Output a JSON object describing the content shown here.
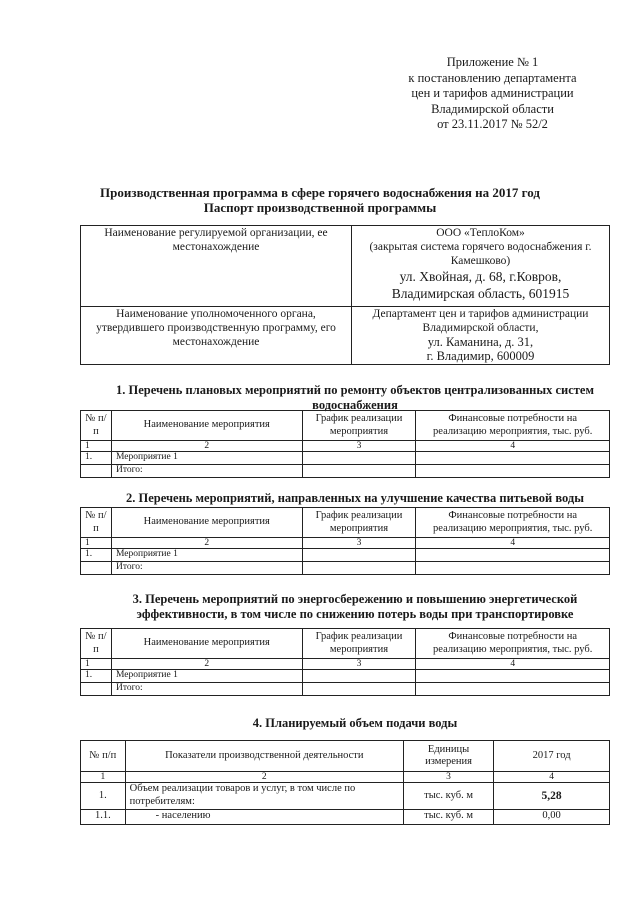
{
  "appendix": {
    "line1": "Приложение № 1",
    "line2": "к постановлению департамента",
    "line3": "цен и тарифов администрации",
    "line4": "Владимирской области",
    "line5": "от 23.11.2017 № 52/2"
  },
  "title_line1": "Производственная программа в сфере горячего водоснабжения на 2017 год",
  "title_line2": "Паспорт производственной программы",
  "passport": {
    "row1_label": "Наименование регулируемой организации, ее местонахождение",
    "row1_org": "ООО «ТеплоКом»",
    "row1_system": "(закрытая система горячего водоснабжения г. Камешково)",
    "row1_address1": "ул. Хвойная, д. 68, г.Ковров,",
    "row1_address2": "Владимирская область, 601915",
    "row2_label": "Наименование уполномоченного органа, утвердившего производственную программу, его местонахождение",
    "row2_org": "Департамент цен и тарифов администрации Владимирской области,",
    "row2_address1": "ул. Каманина, д. 31,",
    "row2_address2": "г. Владимир, 600009"
  },
  "col_headers": {
    "num": "№ п/п",
    "name": "Наименование мероприятия",
    "schedule": "График реализации мероприятия",
    "finance": "Финансовые потребности на реализацию мероприятия, тыс. руб."
  },
  "col_numbers": [
    "1",
    "2",
    "3",
    "4"
  ],
  "section1": {
    "title": "1. Перечень плановых мероприятий по ремонту объектов централизованных систем водоснабжения",
    "row_num": "1.",
    "row_name": "Мероприятие 1",
    "total": "Итого:"
  },
  "section2": {
    "title": "2. Перечень мероприятий, направленных на улучшение качества питьевой воды",
    "row_num": "1.",
    "row_name": "Мероприятие 1",
    "total": "Итого:"
  },
  "section3": {
    "title_line1": "3. Перечень мероприятий по энергосбережению и повышению энергетической",
    "title_line2": "эффективности, в том числе по снижению потерь воды при транспортировке",
    "row_num": "1.",
    "row_name": "Мероприятие 1",
    "total": "Итого:"
  },
  "section4": {
    "title": "4. Планируемый объем подачи воды",
    "headers": {
      "num": "№ п/п",
      "indicator": "Показатели производственной деятельности",
      "unit": "Единицы измерения",
      "year": "2017 год"
    },
    "rows": [
      {
        "num": "1.",
        "indicator": "Объем реализации товаров и услуг, в том числе по потребителям:",
        "unit": "тыс. куб. м",
        "value": "5,28"
      },
      {
        "num": "1.1.",
        "indicator": "- населению",
        "unit": "тыс. куб. м",
        "value": "0,00"
      }
    ]
  }
}
